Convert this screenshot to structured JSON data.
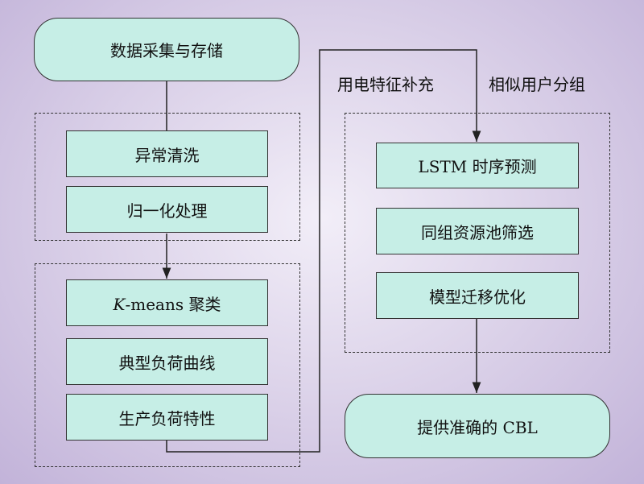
{
  "diagram": {
    "start_node": "数据采集与存储",
    "preprocess_group": {
      "steps": [
        "异常清洗",
        "归一化处理"
      ]
    },
    "clustering_group": {
      "kmeans_italic": "K",
      "kmeans_rest": "-means 聚类",
      "steps": [
        "典型负荷曲线",
        "生产负荷特性"
      ]
    },
    "edge_labels": {
      "left": "用电特征补充",
      "right": "相似用户分组"
    },
    "transfer_group": {
      "steps": [
        "LSTM 时序预测",
        "同组资源池筛选",
        "模型迁移优化"
      ]
    },
    "end_node": "提供准确的 CBL",
    "colors": {
      "node_fill": "#c6eee6",
      "node_stroke": "#333333",
      "background": "#d9cfe8"
    }
  }
}
